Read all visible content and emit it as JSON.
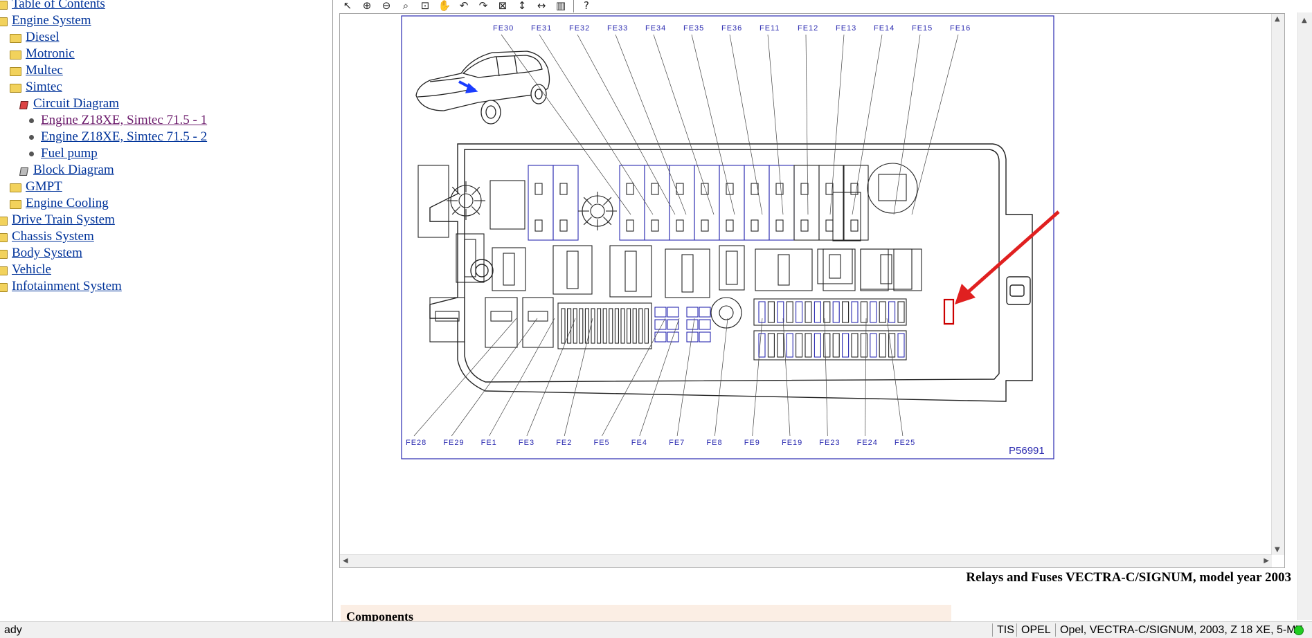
{
  "tree": {
    "items": [
      {
        "label": "Table of Contents",
        "icon": "folder-icon",
        "level": 0
      },
      {
        "label": "Engine System",
        "icon": "folder-icon",
        "level": 0
      },
      {
        "label": "Diesel",
        "icon": "folder-icon",
        "level": 1
      },
      {
        "label": "Motronic",
        "icon": "folder-icon",
        "level": 1
      },
      {
        "label": "Multec",
        "icon": "folder-icon",
        "level": 1
      },
      {
        "label": "Simtec",
        "icon": "folder-icon",
        "level": 1
      },
      {
        "label": "Circuit Diagram",
        "icon": "book-open-icon",
        "level": 2
      },
      {
        "label": "Engine Z18XE, Simtec 71.5 - 1",
        "icon": "bullet-icon",
        "level": 3
      },
      {
        "label": "Engine Z18XE, Simtec 71.5 - 2",
        "icon": "bullet-icon",
        "level": 3
      },
      {
        "label": "Fuel pump",
        "icon": "bullet-icon",
        "level": 3
      },
      {
        "label": "Block Diagram",
        "icon": "book-closed-icon",
        "level": 2
      },
      {
        "label": "GMPT",
        "icon": "folder-icon",
        "level": 1
      },
      {
        "label": "Engine Cooling",
        "icon": "folder-icon",
        "level": 1
      },
      {
        "label": "Drive Train System",
        "icon": "folder-icon",
        "level": 0
      },
      {
        "label": "Chassis System",
        "icon": "folder-icon",
        "level": 0
      },
      {
        "label": "Body System",
        "icon": "folder-icon",
        "level": 0
      },
      {
        "label": "Vehicle",
        "icon": "folder-icon",
        "level": 0
      },
      {
        "label": "Infotainment System",
        "icon": "folder-icon",
        "level": 0
      }
    ]
  },
  "toolbar": {
    "icons": [
      "pointer-icon",
      "zoom-in-icon",
      "zoom-out-icon",
      "magnifier-icon",
      "zoom-area-icon",
      "pan-hand-icon",
      "rotate-left-icon",
      "rotate-right-icon",
      "fit-page-icon",
      "fit-height-icon",
      "fit-width-icon",
      "measure-icon",
      "help-icon"
    ]
  },
  "diagram": {
    "top_labels": [
      "FE30",
      "FE31",
      "FE32",
      "FE33",
      "FE34",
      "FE35",
      "FE36",
      "FE11",
      "FE12",
      "FE13",
      "FE14",
      "FE15",
      "FE16"
    ],
    "bottom_labels": [
      "FE28",
      "FE29",
      "FE1",
      "FE3",
      "FE2",
      "FE5",
      "FE4",
      "FE7",
      "FE8",
      "FE9",
      "FE19",
      "FE23",
      "FE24",
      "FE25"
    ],
    "ref_code": "P56991",
    "highlight_color": "#cc0000",
    "accent_color": "#2a2ab0"
  },
  "caption": "Relays and Fuses VECTRA-C/SIGNUM, model year 2003",
  "components_heading": "Components",
  "status": {
    "left": "ady",
    "tis": "TIS",
    "brand": "OPEL",
    "vehicle": "Opel, VECTRA-C/SIGNUM, 2003, Z 18 XE, 5-MT"
  }
}
